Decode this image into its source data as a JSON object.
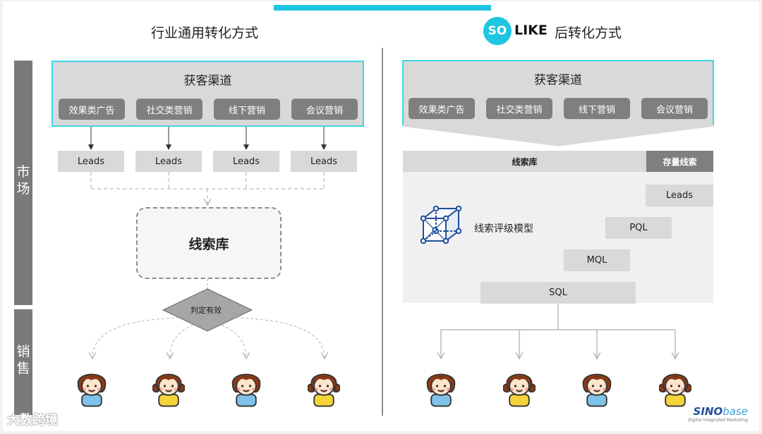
{
  "left": {
    "title": "行业通用转化方式",
    "channels_title": "获客渠道",
    "channels": [
      "效果类广告",
      "社交类营销",
      "线下营销",
      "会议营销"
    ],
    "leads": [
      "Leads",
      "Leads",
      "Leads",
      "Leads"
    ],
    "pool": "线索库",
    "decision": "判定有效"
  },
  "right": {
    "logo_badge": "SO",
    "logo_word": "LIKE",
    "title_suffix": "后转化方式",
    "channels_title": "获客渠道",
    "channels": [
      "效果类广告",
      "社交类营销",
      "线下营销",
      "会议营销"
    ],
    "pool": "线索库",
    "stock": "存量线索",
    "model": "线索评级模型",
    "stages": [
      "Leads",
      "PQL",
      "MQL",
      "SQL"
    ]
  },
  "side": {
    "market": [
      "市",
      "场"
    ],
    "sales": [
      "销",
      "售"
    ]
  },
  "brand": {
    "main": "SINO",
    "suffix": "base",
    "tagline": "Digital Integrated Marketing"
  },
  "watermark": "大数跨境",
  "colors": {
    "accent": "#1ec6e0",
    "dark_gray": "#7f7f7f",
    "light_gray": "#d9d9d9",
    "brand_blue": "#1f4e9a"
  },
  "icons": [
    "cube-model-icon",
    "girl-avatar-icon"
  ]
}
